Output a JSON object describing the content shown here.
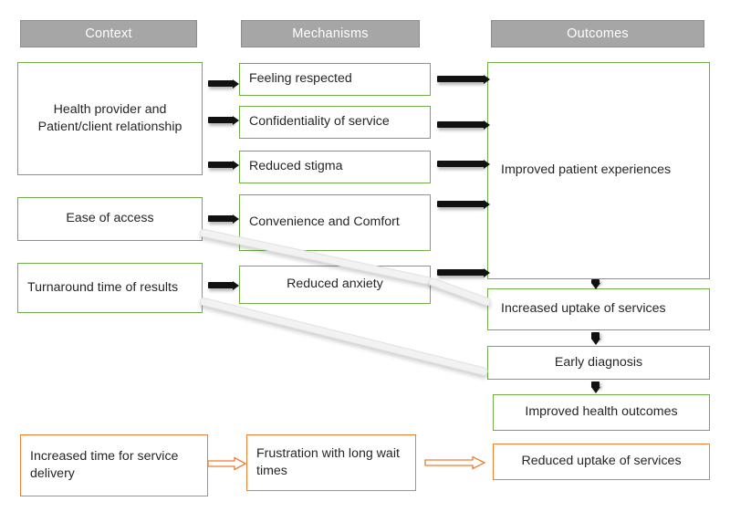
{
  "diagram": {
    "title_columns": [
      {
        "id": "context",
        "label": "Context"
      },
      {
        "id": "mechanisms",
        "label": "Mechanisms"
      },
      {
        "id": "outcomes",
        "label": "Outcomes"
      }
    ],
    "colors": {
      "header_fill": "#A6A6A6",
      "header_text": "#FFFFFF",
      "positive_border": "#70AD47",
      "negative_border": "#ED7D31",
      "connector_black": "#111111",
      "connector_grey": "#F2F2F2",
      "box_fill": "#FFFFFF",
      "text": "#262626"
    },
    "context_nodes": [
      {
        "id": "provider-relationship",
        "label": "Health provider and Patient/client relationship",
        "tone": "positive"
      },
      {
        "id": "ease-of-access",
        "label": "Ease of access",
        "tone": "positive"
      },
      {
        "id": "turnaround-time",
        "label": "Turnaround time of results",
        "tone": "positive"
      }
    ],
    "mechanism_nodes": [
      {
        "id": "feeling-respected",
        "label": "Feeling respected",
        "tone": "positive"
      },
      {
        "id": "confidentiality",
        "label": "Confidentiality of service",
        "tone": "positive"
      },
      {
        "id": "reduced-stigma",
        "label": "Reduced stigma",
        "tone": "positive"
      },
      {
        "id": "convenience-comfort",
        "label": "Convenience and Comfort",
        "tone": "positive"
      },
      {
        "id": "reduced-anxiety",
        "label": "Reduced anxiety",
        "tone": "positive"
      }
    ],
    "outcome_nodes": [
      {
        "id": "improved-experiences",
        "label": "Improved patient experiences",
        "tone": "positive"
      },
      {
        "id": "increased-uptake",
        "label": "Increased uptake of services",
        "tone": "positive"
      },
      {
        "id": "early-diagnosis",
        "label": "Early diagnosis",
        "tone": "positive"
      },
      {
        "id": "improved-health",
        "label": "Improved health outcomes",
        "tone": "positive"
      }
    ],
    "negative_pathway": [
      {
        "id": "increased-service-time",
        "label": "Increased time for service delivery",
        "tone": "negative"
      },
      {
        "id": "frustration-wait",
        "label": "Frustration with long wait times",
        "tone": "negative"
      },
      {
        "id": "reduced-uptake",
        "label": "Reduced uptake of services",
        "tone": "negative"
      }
    ],
    "connectors": [
      {
        "id": "c1",
        "from": "provider-relationship",
        "to": "feeling-respected",
        "style": "black-arrow"
      },
      {
        "id": "c2",
        "from": "provider-relationship",
        "to": "confidentiality",
        "style": "black-arrow"
      },
      {
        "id": "c3",
        "from": "provider-relationship",
        "to": "reduced-stigma",
        "style": "black-arrow"
      },
      {
        "id": "c4",
        "from": "ease-of-access",
        "to": "convenience-comfort",
        "style": "black-arrow"
      },
      {
        "id": "c5",
        "from": "turnaround-time",
        "to": "reduced-anxiety",
        "style": "black-arrow"
      },
      {
        "id": "c6",
        "from": "feeling-respected",
        "to": "improved-experiences",
        "style": "black-arrow"
      },
      {
        "id": "c7",
        "from": "confidentiality",
        "to": "improved-experiences",
        "style": "black-arrow"
      },
      {
        "id": "c8",
        "from": "reduced-stigma",
        "to": "improved-experiences",
        "style": "black-arrow"
      },
      {
        "id": "c9",
        "from": "convenience-comfort",
        "to": "improved-experiences",
        "style": "black-arrow"
      },
      {
        "id": "c10",
        "from": "reduced-anxiety",
        "to": "improved-experiences",
        "style": "black-arrow"
      },
      {
        "id": "c11",
        "from": "improved-experiences",
        "to": "increased-uptake",
        "style": "black-arrow-down"
      },
      {
        "id": "c12",
        "from": "increased-uptake",
        "to": "early-diagnosis",
        "style": "black-arrow-down"
      },
      {
        "id": "c13",
        "from": "early-diagnosis",
        "to": "improved-health",
        "style": "black-arrow-down"
      },
      {
        "id": "c14",
        "from": "ease-of-access",
        "to": "increased-uptake",
        "style": "grey-diagonal"
      },
      {
        "id": "c15",
        "from": "convenience-comfort",
        "to": "increased-uptake",
        "style": "grey-diagonal"
      },
      {
        "id": "c16",
        "from": "reduced-anxiety",
        "to": "increased-uptake",
        "style": "grey-diagonal"
      },
      {
        "id": "c17",
        "from": "turnaround-time",
        "to": "early-diagnosis",
        "style": "grey-diagonal"
      },
      {
        "id": "c18",
        "from": "increased-service-time",
        "to": "frustration-wait",
        "style": "orange-outline-arrow"
      },
      {
        "id": "c19",
        "from": "frustration-wait",
        "to": "reduced-uptake",
        "style": "orange-outline-arrow"
      }
    ]
  }
}
